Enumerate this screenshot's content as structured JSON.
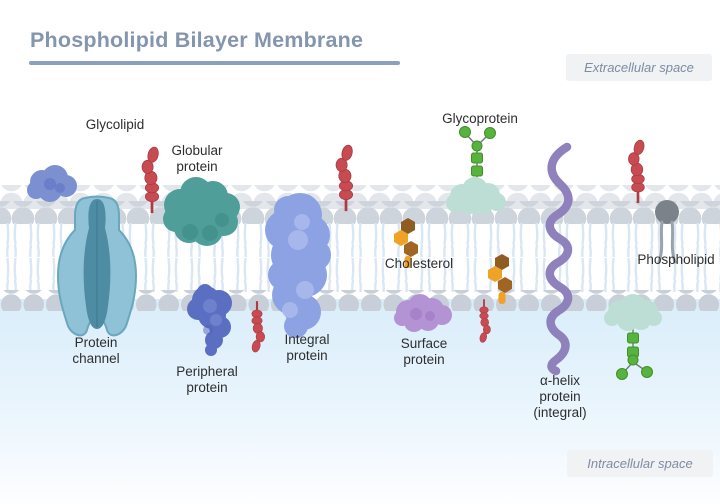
{
  "title": {
    "text": "Phospholipid Bilayer Membrane"
  },
  "regions": {
    "extracellular": "Extracellular space",
    "intracellular": "Intracellular space"
  },
  "labels": {
    "glycolipid": "Glycolipid",
    "globular_protein": "Globular\nprotein",
    "glycoprotein": "Glycoprotein",
    "cholesterol": "Cholesterol",
    "phospholipid": "Phospholipid",
    "protein_channel": "Protein\nchannel",
    "peripheral_protein": "Peripheral\nprotein",
    "integral_protein": "Integral\nprotein",
    "surface_protein": "Surface\nprotein",
    "alpha_helix_protein": "α-helix\nprotein\n(integral)"
  },
  "colors": {
    "titleText": "#8495ae",
    "underline": "#8ba0bb",
    "boxBg": "#f0f2f4",
    "regionText": "#7e8ca2",
    "labelText": "#2e2e2e",
    "head1": "#e3e7ec",
    "head2": "#cdd4db",
    "head3": "#c8cfd8",
    "tail": "#d9e6f4",
    "intra1": "#d9edfa",
    "intra2": "#ecf6fd",
    "intra3": "#fdfeff",
    "chan": "#8fc2d6",
    "chanStroke": "#69a7bc",
    "chanIn": "#4e8ca4",
    "glob": "#4f9e99",
    "globD": "#3e8a86",
    "blob": "#7c8fd1",
    "blobD": "#6276c6",
    "peri": "#5b6fc2",
    "periL": "#7386cf",
    "integ": "#8ca2e2",
    "integL": "#aab9ec",
    "surf": "#b493d4",
    "surfD": "#a379c7",
    "gpBlob": "#bcded4",
    "green": "#58b33e",
    "greenDark": "#3f9028",
    "chainLine": "#6f7a74",
    "red": "#c94b52",
    "redDark": "#a93d45",
    "brown": "#8f5c22",
    "brown2": "#a06423",
    "orange": "#f0a226",
    "helix": "#8e81bc",
    "pHeadC": "#7b8289",
    "pTailC": "#9ba3aa"
  }
}
